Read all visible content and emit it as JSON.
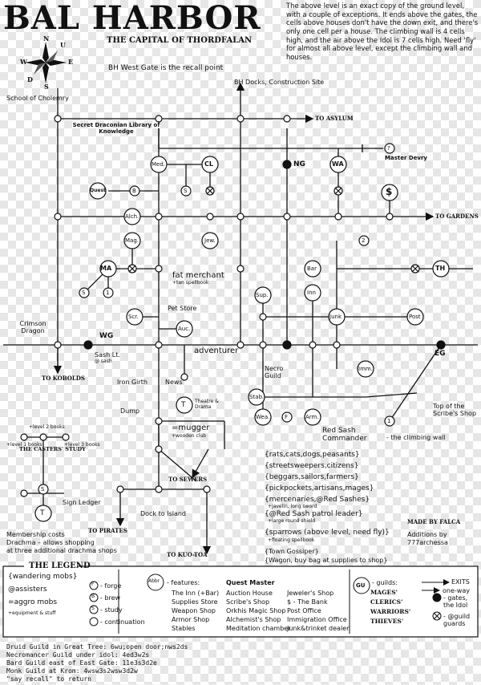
{
  "header": {
    "title": "BAL HARBOR",
    "subtitle": "THE CAPITAL OF THORDFALAN",
    "recall_note": "BH West Gate is the recall point",
    "description": "The above level is an exact copy of the ground level, with a couple of exceptions. It ends above the gates, the cells above houses don't have the down exit, and there's only one cell per a house. The climbing wall is 4 cells high, and the air above the Idol is 7 cells high. Need 'fly' for almost all above level, except the climbing wall and houses."
  },
  "compass": {
    "n": "N",
    "u": "U",
    "w": "W",
    "e": "E",
    "d": "D",
    "s": "S"
  },
  "labels": {
    "docks": "BH Docks, Construction Site",
    "school": "School of Cholemry",
    "to_asylum": "TO ASYLUM",
    "library": "Secret Draconian Library of Knowledge",
    "master_devry": "Master Devry",
    "to_gardens": "TO GARDENS",
    "fat_merchant": "fat merchant",
    "fat_merchant_sub": "+tan spellbook",
    "pet_store": "Pet Store",
    "crimson_dragon": "Crimson Dragon",
    "sash_lt": "Sash Lt.",
    "sash_lt_sub": "@ sash",
    "adventurer": "adventurer",
    "necro_guild": "Necro Guild",
    "to_kobolds": "TO KOBOLDS",
    "iron_girth": "Iron Girth",
    "news": "News",
    "theatre": "Theatre & Drama",
    "dump": "Dump",
    "mugger": "=mugger",
    "mugger_sub": "+wooden club",
    "red_sash_commander": "Red Sash Commander",
    "top_scribe": "Top of the Scribe's Shop",
    "climbing_wall": "- the climbing wall",
    "level2": "+level 2 books",
    "level1": "+level 1 books",
    "level3": "+level 3 books",
    "casters_study": "THE CASTERS' STUDY",
    "to_sewers": "TO SEWERS",
    "sign_ledger": "Sign Ledger",
    "dock_to_island": "Dock to Island",
    "to_pirates": "TO PIRATES",
    "membership": "Membership costs",
    "membership_2": "Drachma – allows shopping",
    "membership_3": "at three additional drachma shops",
    "to_kuotoa": "TO KUO-TOA",
    "made_by": "MADE BY FALCA",
    "additions": "Additions by",
    "additions_2": "777archessa"
  },
  "nodes": {
    "ng": "NG",
    "wa": "WA",
    "wg": "WG",
    "eg": "EG",
    "ma": "MA",
    "th": "TH",
    "med": "Med.",
    "cl": "CL",
    "quest": "Quest",
    "alch": "Alch.",
    "jew": "Jew.",
    "mag": "Mag.",
    "scr": "Scr.",
    "auc": "Auc.",
    "sup": "Sup.",
    "bar": "Bar",
    "inn": "Inn",
    "junk": "Junk",
    "post": "Post",
    "imm": "Imm.",
    "stab": "Stab.",
    "wea": "Wea.",
    "arm": "Arm.",
    "dollar": "$",
    "s": "S",
    "b": "B",
    "f": "F",
    "t": "T",
    "one": "1",
    "two": "2",
    "q": "?"
  },
  "mobs": [
    "{rats,cats,dogs,peasants}",
    "{streetsweepers,citizens}",
    "{beggars,sailors,farmers}",
    "{pickpockets,artisans,mages}",
    "{mercenaries,@Red Sashes}",
    "+javelin, long sword",
    "{@Red Sash patrol leader}",
    "+large round shield",
    "{sparrows (above level, need fly)}",
    "+floating spellbook",
    "{Town Gossiper}",
    "{Wagon, buy bag at supplies to shop}"
  ],
  "legend": {
    "title": "THE LEGEND",
    "wandering": "{wandering mobs}",
    "assisters": "@assisters",
    "aggro": "=aggro mobs",
    "equipment": "+equipment & stuff",
    "forge": "- forge",
    "brew": "- brew",
    "study": "- study",
    "continuation": "- continuation",
    "abbr": "Abbr",
    "features": "- features:",
    "quest_master": "Quest Master",
    "feature_rows": [
      [
        "The Inn (+Bar)",
        "Auction House",
        "Jeweler's Shop"
      ],
      [
        "Supplies Store",
        "Scribe's Shop",
        "$ - The Bank"
      ],
      [
        "Weapon Shop",
        "Orkhis Magic Shop",
        "Post Office"
      ],
      [
        "Armor Shop",
        "Alchemist's Shop",
        "Immigration Office"
      ],
      [
        "Stables",
        "Meditation chamber",
        "Junk&trinket dealer"
      ]
    ],
    "gu": "GU",
    "guilds": "- guilds:",
    "guild_names": [
      "MAGES'",
      "CLERICS'",
      "WARRIORS'",
      "THIEVES'"
    ],
    "exits": "EXITS",
    "one_way": "one-way",
    "gates": "- gates,",
    "gates_2": "the Idol",
    "guild_guards": "- @guild",
    "guild_guards_2": "guards"
  },
  "footer": [
    "Druid Guild in Great Tree: 6wu;open door;nws2ds",
    "Necromancer Guild under idol: 4ed3w2s",
    "Bard Guild east of East Gate: 11e3s3d2e",
    "Monk Guild at Krom: 4wsw3s2wsw3d2w",
    "\"say recall\" to return"
  ]
}
